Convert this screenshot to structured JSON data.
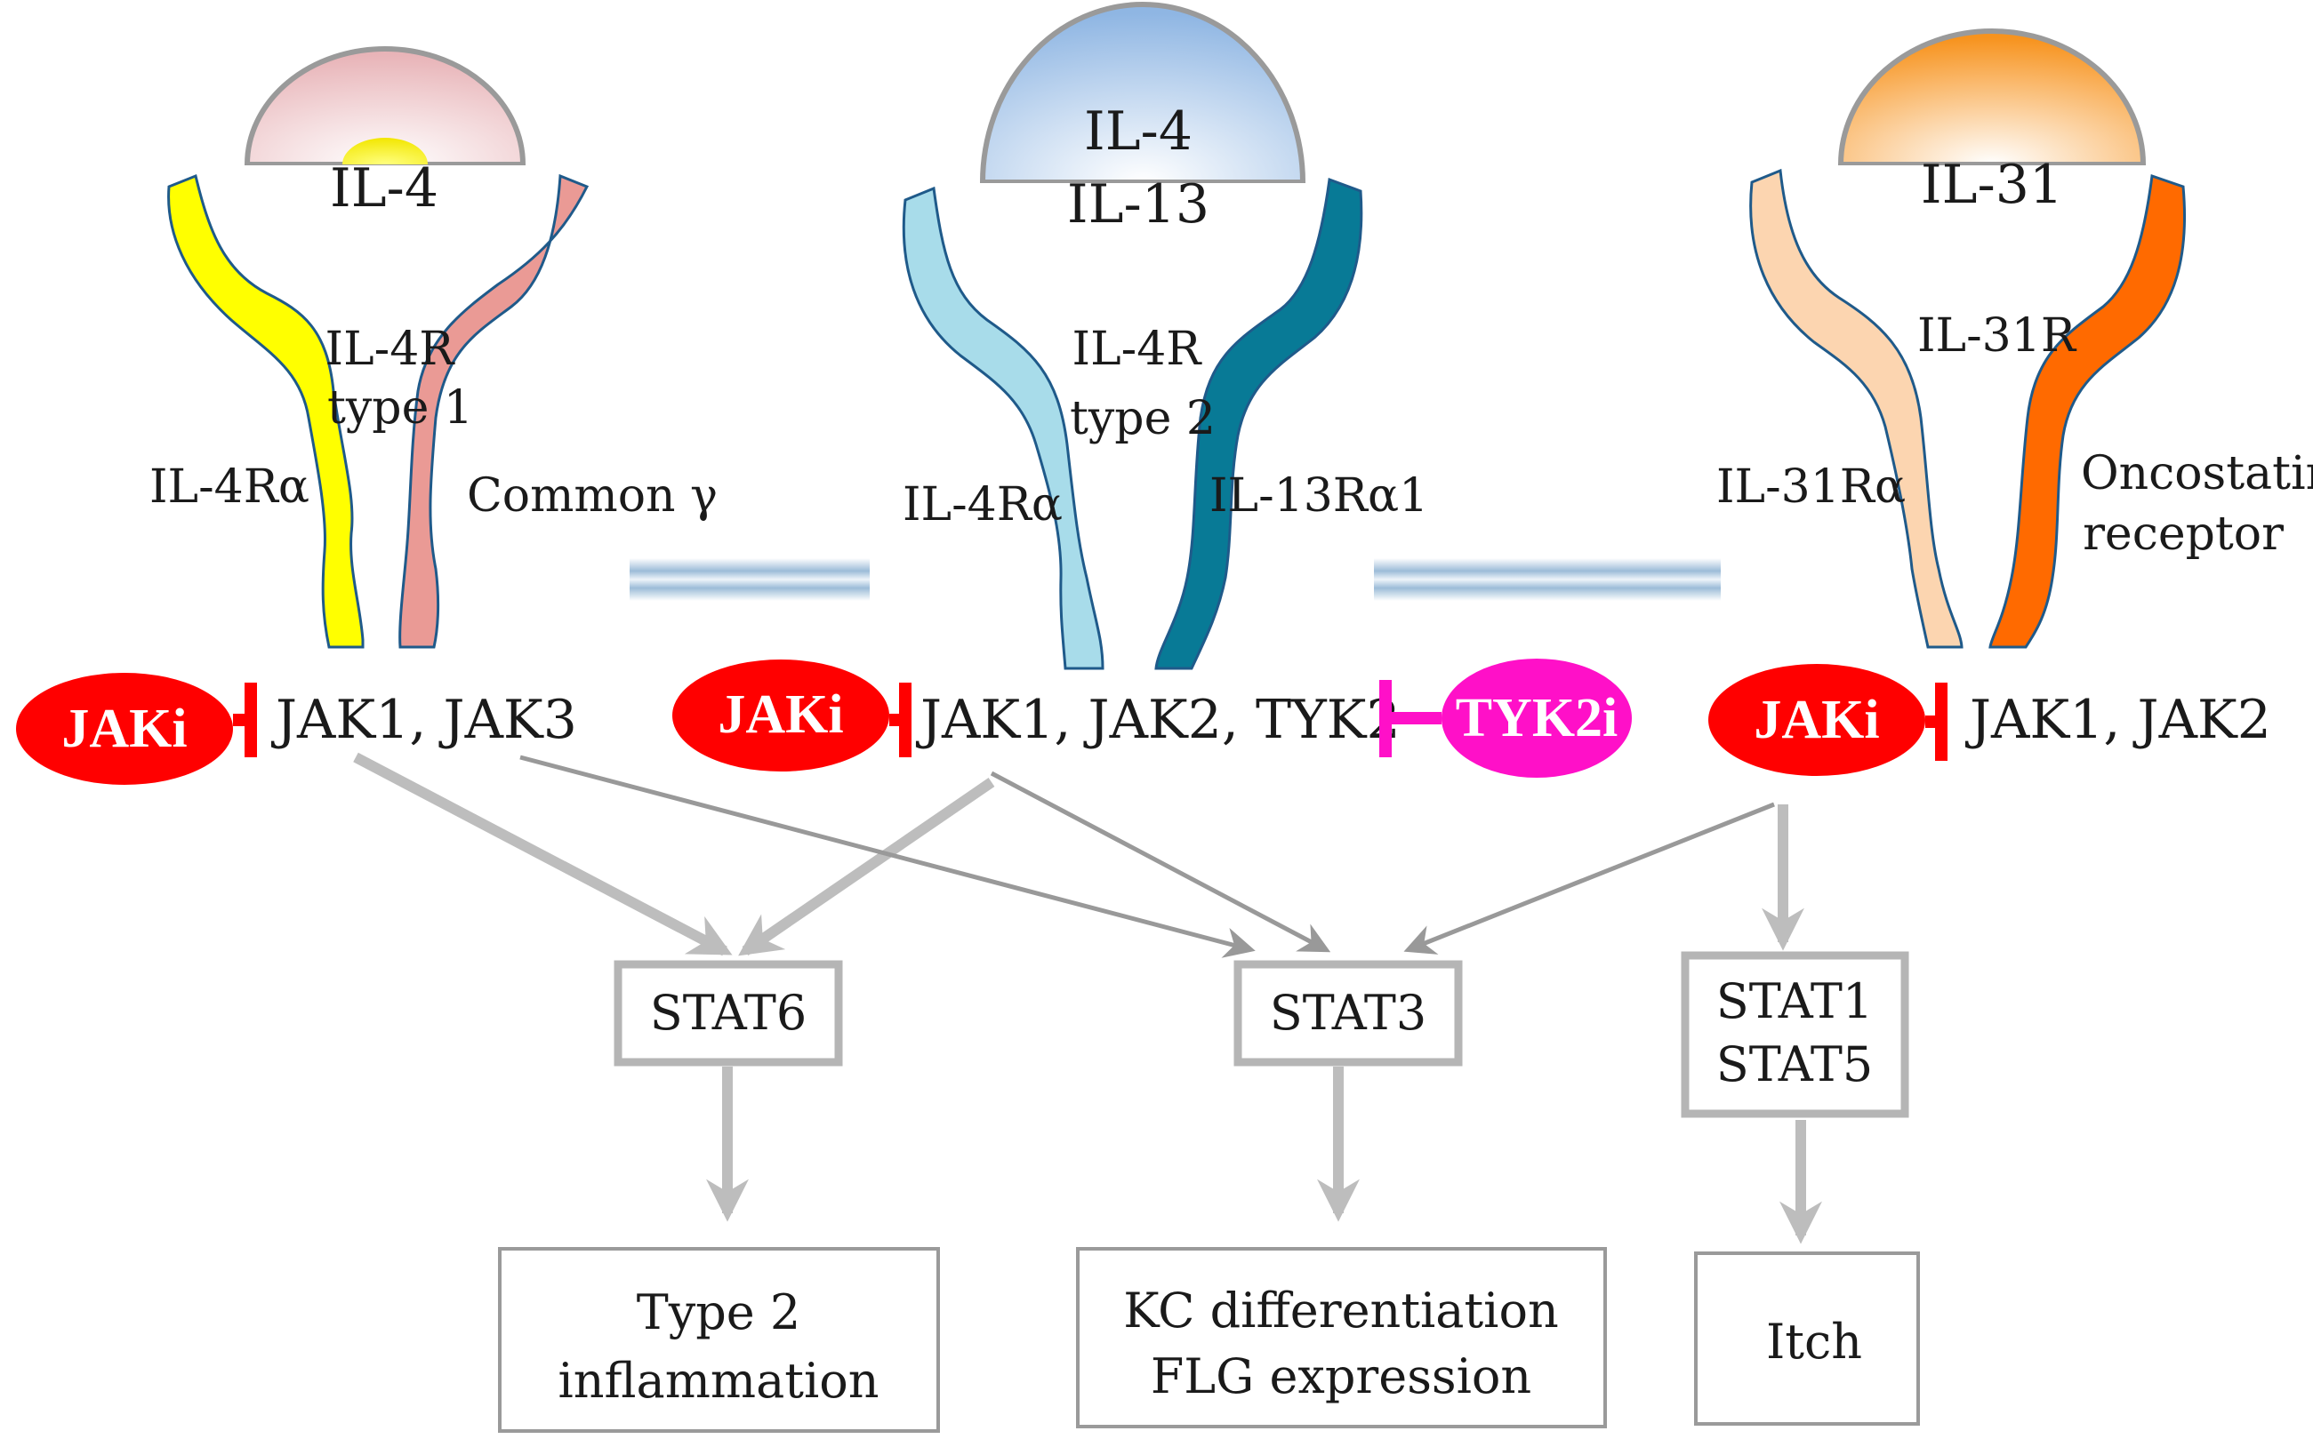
{
  "colors": {
    "il4_ligand": "#e8b4b8",
    "il4_core": "#f2e600",
    "il4_il13_ligand": "#9bbfe6",
    "il31_ligand": "#f7a040",
    "il4ra_yellow": "#ffff00",
    "common_gamma": "#ea9a95",
    "il4ra_light_blue": "#a8dcea",
    "il13ra1_teal": "#087a96",
    "il31ra_peach": "#fcd5b0",
    "osmr_orange": "#ff6a00",
    "receptor_outline": "#1f5a8a",
    "jaki": "#ff0000",
    "tyk2i": "#ff10c8",
    "arrow": "#bdbdbd",
    "box_border": "#b5b5b5",
    "membrane": "#a8c4dc"
  },
  "receptors": [
    {
      "ligand": "IL-4",
      "complex": [
        "IL-4R",
        "type 1"
      ],
      "left_chain": "IL-4Rα",
      "right_chain": "Common γ",
      "jaks": "JAK1, JAK3",
      "inhibitor_left": "JAKi"
    },
    {
      "ligand_lines": [
        "IL-4",
        "IL-13"
      ],
      "complex": [
        "IL-4R",
        "type 2"
      ],
      "left_chain": "IL-4Rα",
      "right_chain": "IL-13Rα1",
      "jaks": "JAK1, JAK2, TYK2",
      "inhibitor_left": "JAKi",
      "inhibitor_right": "TYK2i"
    },
    {
      "ligand": "IL-31",
      "complex": [
        "IL-31R"
      ],
      "left_chain": "IL-31Rα",
      "right_chain_lines": [
        "Oncostatin M",
        "receptor"
      ],
      "jaks": "JAK1, JAK2",
      "inhibitor_left": "JAKi"
    }
  ],
  "stats": [
    {
      "lines": [
        "STAT6"
      ]
    },
    {
      "lines": [
        "STAT3"
      ]
    },
    {
      "lines": [
        "STAT1",
        "STAT5"
      ]
    }
  ],
  "outcomes": [
    {
      "lines": [
        "Type 2",
        "inflammation"
      ]
    },
    {
      "lines": [
        "KC differentiation",
        "FLG expression"
      ]
    },
    {
      "lines": [
        "Itch"
      ]
    }
  ]
}
